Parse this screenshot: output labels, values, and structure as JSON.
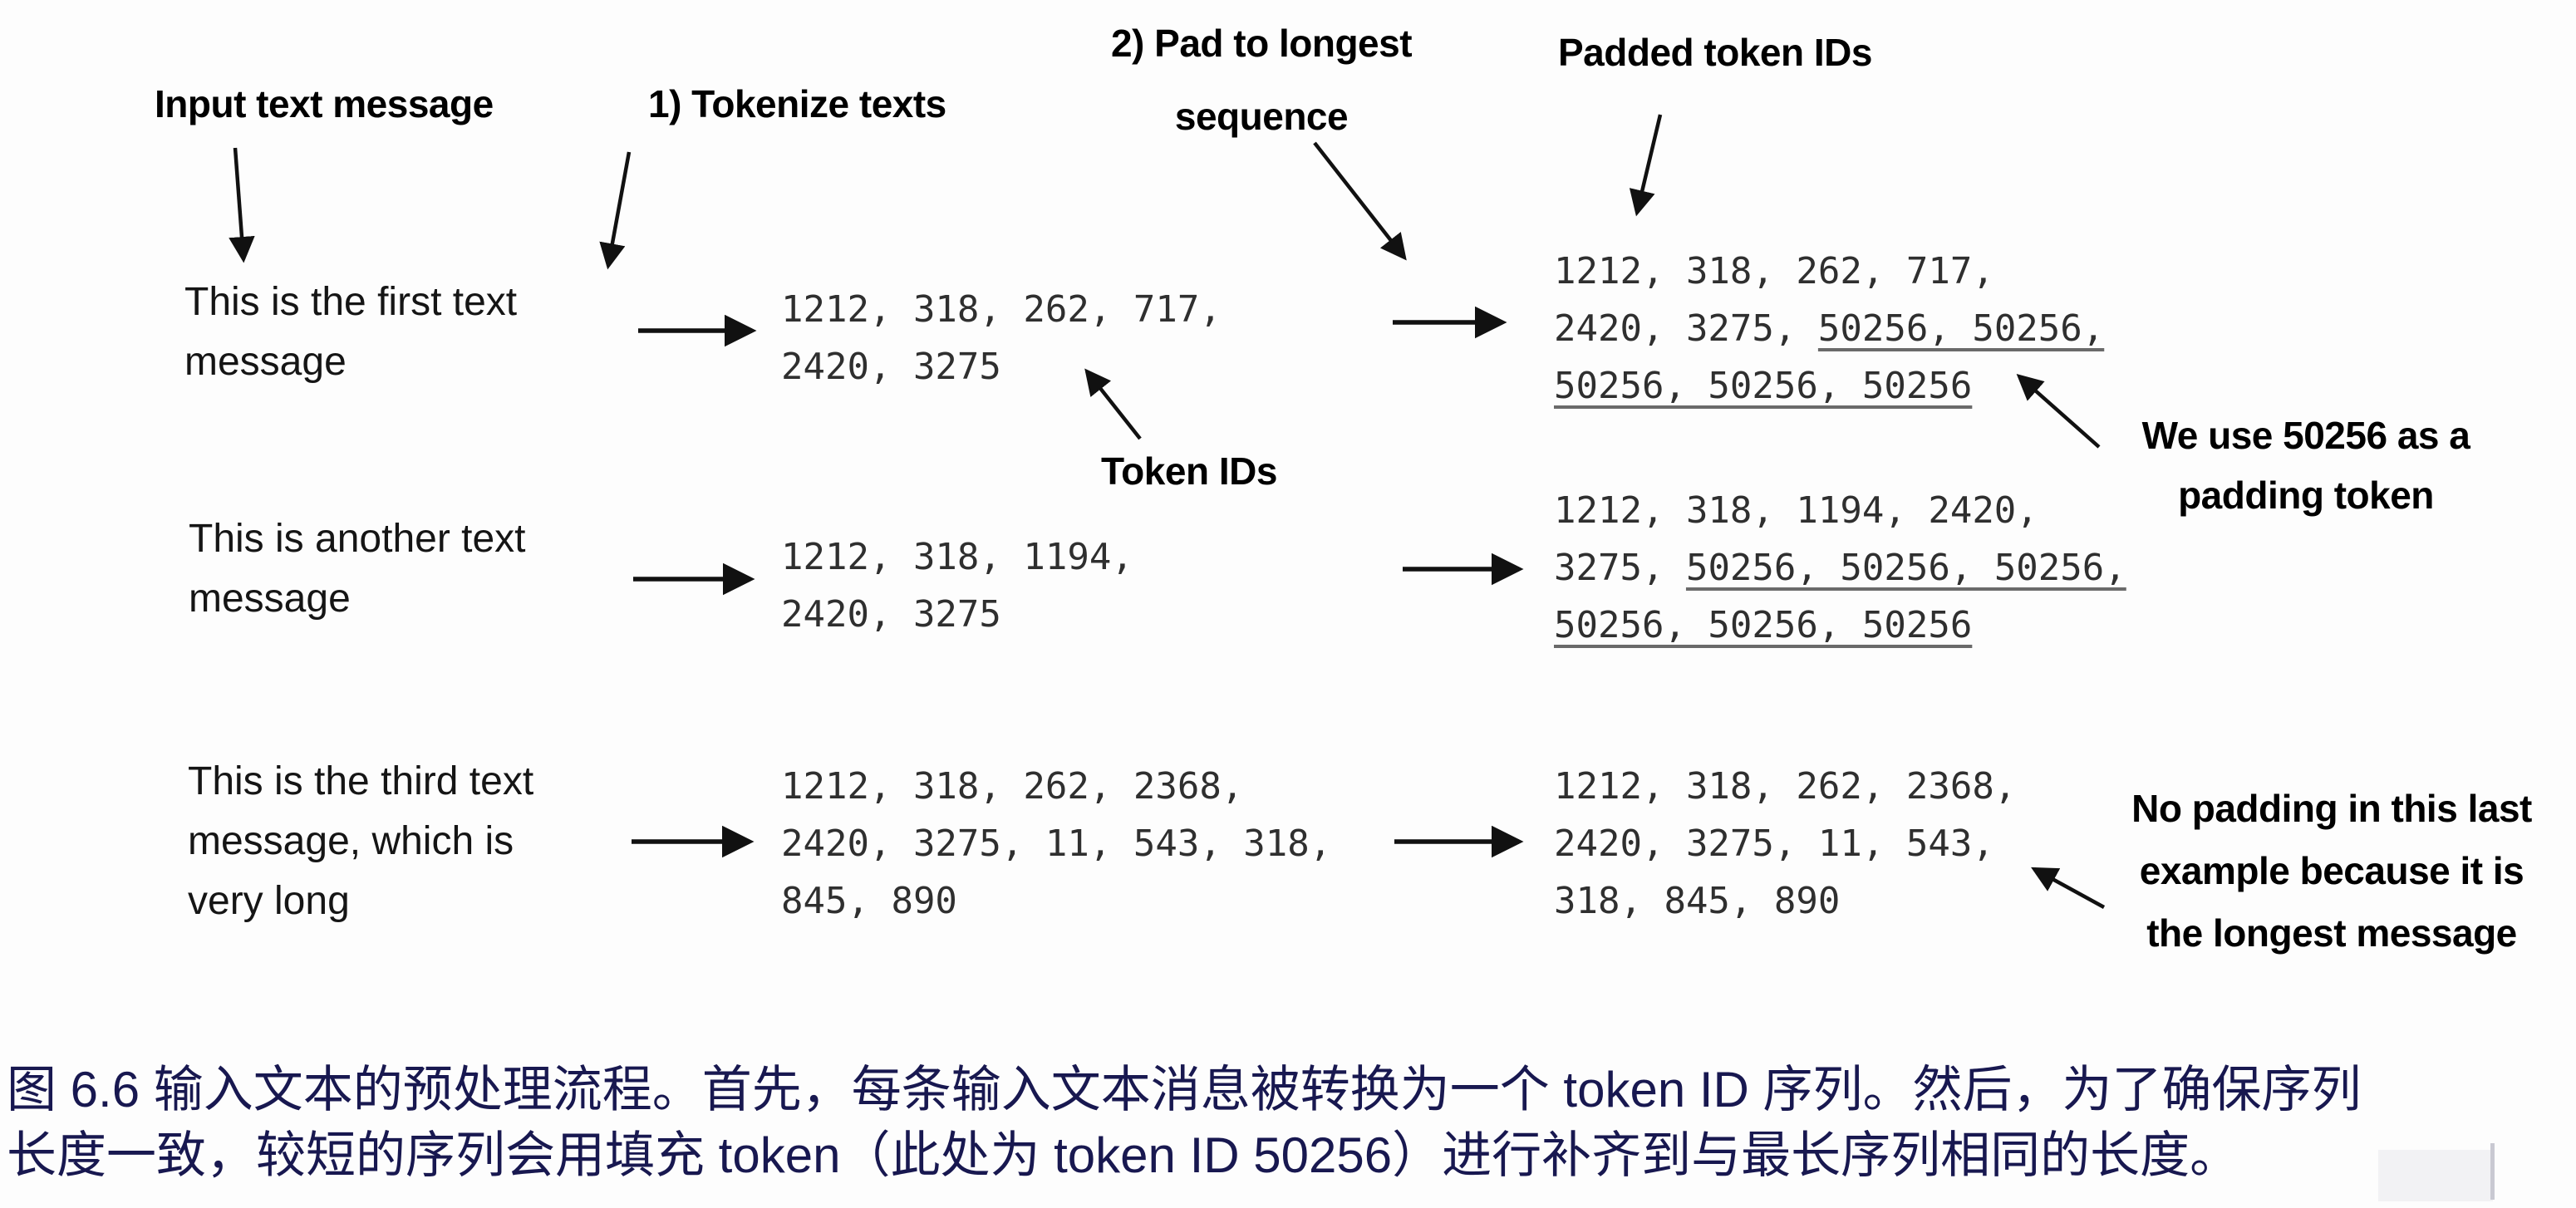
{
  "colors": {
    "ink": "#111111",
    "mono_text": "#2f2f2f",
    "underline": "#6a6a6a",
    "caption_text": "#181850",
    "background": "#fdfdfd"
  },
  "headers": {
    "input": "Input text message",
    "tokenize": "1) Tokenize texts",
    "pad_line1": "2) Pad to longest",
    "pad_line2": "sequence",
    "padded": "Padded token IDs"
  },
  "annotations": {
    "token_ids": "Token IDs",
    "padding_note_line1": "We use 50256 as a",
    "padding_note_line2": "padding token",
    "no_padding_line1": "No padding in this last",
    "no_padding_line2": "example because it is",
    "no_padding_line3": "the longest message"
  },
  "rows": [
    {
      "input_lines": [
        "This is the first text",
        "message"
      ],
      "token_lines": [
        "1212, 318, 262, 717,",
        "2420, 3275"
      ],
      "padded_lines": [
        {
          "plain": "1212, 318, 262, 717,",
          "pad": ""
        },
        {
          "plain": "2420, 3275, ",
          "pad": "50256, 50256,"
        },
        {
          "plain": "",
          "pad": "50256, 50256, 50256"
        }
      ]
    },
    {
      "input_lines": [
        "This is another text",
        "message"
      ],
      "token_lines": [
        "1212, 318, 1194,",
        "2420, 3275"
      ],
      "padded_lines": [
        {
          "plain": "1212, 318, 1194, 2420,",
          "pad": ""
        },
        {
          "plain": "3275, ",
          "pad": "50256, 50256, 50256,"
        },
        {
          "plain": "",
          "pad": "50256, 50256, 50256"
        }
      ]
    },
    {
      "input_lines": [
        "This is the third text",
        "message, which is",
        "very long"
      ],
      "token_lines": [
        "1212, 318, 262, 2368,",
        "2420, 3275, 11, 543, 318,",
        "845, 890"
      ],
      "padded_lines": [
        {
          "plain": "1212, 318, 262, 2368,",
          "pad": ""
        },
        {
          "plain": "2420, 3275, 11, 543,",
          "pad": ""
        },
        {
          "plain": "318, 845, 890",
          "pad": ""
        }
      ]
    }
  ],
  "caption_lines": [
    "图 6.6 输入文本的预处理流程。首先，每条输入文本消息被转换为一个 token ID 序列。然后，为了确保序列",
    "长度一致，较短的序列会用填充 token（此处为 token ID 50256）进行补齐到与最长序列相同的长度。"
  ]
}
